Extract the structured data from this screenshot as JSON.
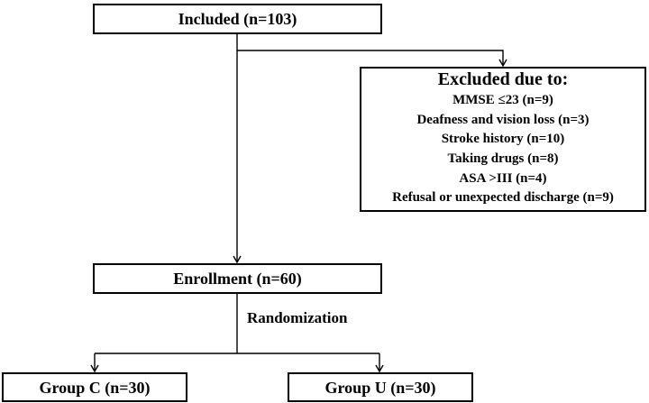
{
  "flowchart": {
    "included": "Included (n=103)",
    "excluded": {
      "title": "Excluded due to:",
      "reasons": [
        "MMSE ≤23 (n=9)",
        "Deafness and vision loss (n=3)",
        "Stroke history (n=10)",
        "Taking drugs (n=8)",
        "ASA >III (n=4)",
        "Refusal or unexpected discharge (n=9)"
      ]
    },
    "enrollment": "Enrollment (n=60)",
    "randomization": "Randomization",
    "groups": [
      "Group C (n=30)",
      "Group U (n=30)"
    ]
  },
  "colors": {
    "line": "#000000",
    "box_border": "#000000",
    "background": "#ffffff",
    "text": "#000000"
  }
}
